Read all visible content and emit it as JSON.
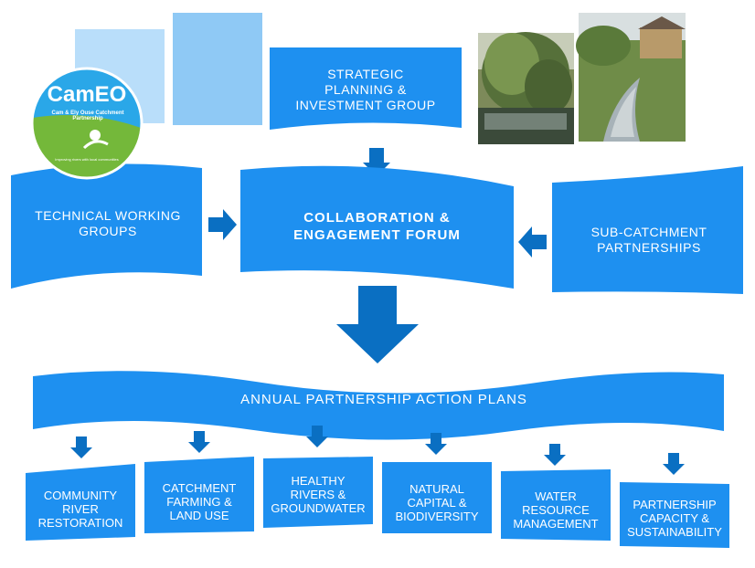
{
  "colors": {
    "box_blue": "#1e90f0",
    "arrow_blue": "#0a6fc2",
    "pale_blue_1": "#b5dcfa",
    "pale_blue_2": "#8ec8f5",
    "logo_blue": "#2aa7e8",
    "logo_green": "#74b83a"
  },
  "logo": {
    "name": "CamEO",
    "arc_text": "Cam & Ely Ouse Catchment Partnership",
    "tagline": "Improving rivers with local communities"
  },
  "top": {
    "strategic": "STRATEGIC\nPLANNING &\nINVESTMENT GROUP"
  },
  "middle": {
    "technical": "TECHNICAL WORKING\nGROUPS",
    "forum": "COLLABORATION &\nENGAGEMENT FORUM",
    "subcatchment": "SUB-CATCHMENT\nPARTNERSHIPS"
  },
  "banner": {
    "title": "ANNUAL PARTNERSHIP ACTION PLANS"
  },
  "themes": [
    "COMMUNITY\nRIVER\nRESTORATION",
    "CATCHMENT\nFARMING &\nLAND USE",
    "HEALTHY\nRIVERS &\nGROUNDWATER",
    "NATURAL\nCAPITAL &\nBIODIVERSITY",
    "WATER\nRESOURCE\nMANAGEMENT",
    "PARTNERSHIP\nCAPACITY &\nSUSTAINABILITY"
  ]
}
